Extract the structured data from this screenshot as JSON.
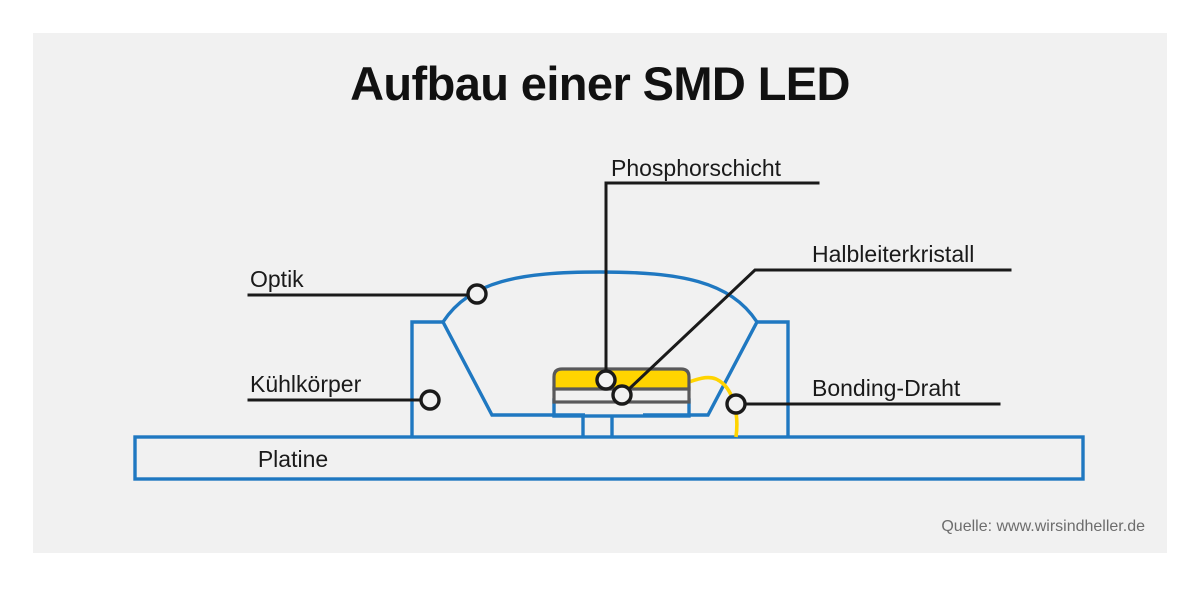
{
  "page": {
    "title": "Aufbau einer SMD LED",
    "source_note": "Quelle: www.wirsindheller.de",
    "background_color": "#ffffff",
    "panel_color": "#f1f1f1"
  },
  "colors": {
    "blue": "#1f78c1",
    "yellow": "#ffd400",
    "gray_stroke": "#59595b",
    "black": "#1a1a1a",
    "source_gray": "#6d6d6d"
  },
  "labels": {
    "optik": "Optik",
    "kuehlkoerper": "Kühlkörper",
    "phosphorschicht": "Phosphorschicht",
    "halbleiterkristall": "Halbleiterkristall",
    "bonding_draht": "Bonding-Draht",
    "platine": "Platine"
  },
  "callouts": [
    {
      "id": "optik",
      "label": "Optik",
      "side": "left",
      "target": "dome-edge"
    },
    {
      "id": "kuehlkoerper",
      "label": "Kühlkörper",
      "side": "left",
      "target": "heatsink-wall"
    },
    {
      "id": "phosphorschicht",
      "label": "Phosphorschicht",
      "side": "top",
      "target": "phosphor-layer"
    },
    {
      "id": "halbleiterkristall",
      "label": "Halbleiterkristall",
      "side": "right",
      "target": "semiconductor-die"
    },
    {
      "id": "bonding-draht",
      "label": "Bonding-Draht",
      "side": "right",
      "target": "bond-wire"
    },
    {
      "id": "platine",
      "label": "Platine",
      "side": "inline",
      "target": "pcb-board"
    }
  ]
}
